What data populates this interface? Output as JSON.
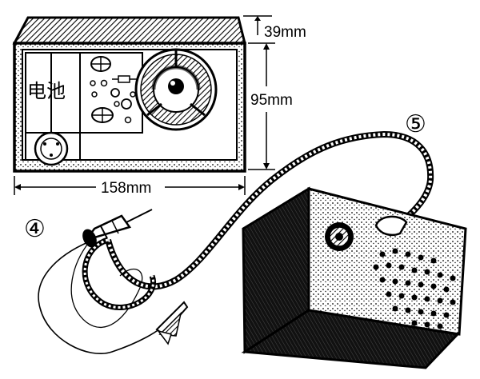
{
  "figure": {
    "dimensions": {
      "depth": "39mm",
      "height": "95mm",
      "width": "158mm"
    },
    "battery_label": "电池",
    "callouts": {
      "probe": "④",
      "speaker_box": "⑤"
    },
    "colors": {
      "ink": "#000000",
      "paper": "#ffffff"
    }
  }
}
